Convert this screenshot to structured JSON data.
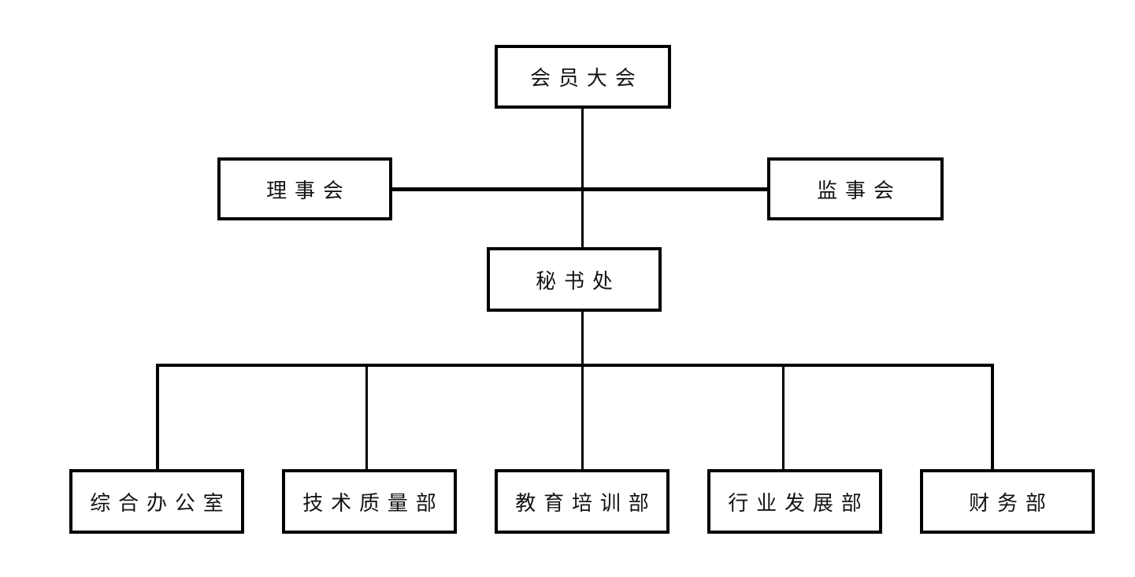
{
  "diagram": {
    "type": "org-chart",
    "background_color": "#ffffff",
    "line_color": "#000000",
    "box_border_color": "#000000",
    "box_fill_color": "#ffffff",
    "text_color": "#141414",
    "nodes": {
      "members_assembly": {
        "label": "会员大会",
        "level": 1
      },
      "council": {
        "label": "理事会",
        "level": 2
      },
      "supervisory_board": {
        "label": "监事会",
        "level": 2
      },
      "secretariat": {
        "label": "秘书处",
        "level": 3
      },
      "general_office": {
        "label": "综合办公室",
        "level": 4
      },
      "technical_quality_dept": {
        "label": "技术质量部",
        "level": 4
      },
      "education_training_dept": {
        "label": "教育培训部",
        "level": 4
      },
      "industry_development_dept": {
        "label": "行业发展部",
        "level": 4
      },
      "finance_dept": {
        "label": "财务部",
        "level": 4
      }
    },
    "edges": [
      {
        "from": "会员大会",
        "to": "理事会"
      },
      {
        "from": "会员大会",
        "to": "监事会"
      },
      {
        "from": "会员大会",
        "to": "秘书处"
      },
      {
        "from": "秘书处",
        "to": "综合办公室"
      },
      {
        "from": "秘书处",
        "to": "技术质量部"
      },
      {
        "from": "秘书处",
        "to": "教育培训部"
      },
      {
        "from": "秘书处",
        "to": "行业发展部"
      },
      {
        "from": "秘书处",
        "to": "财务部"
      }
    ]
  }
}
